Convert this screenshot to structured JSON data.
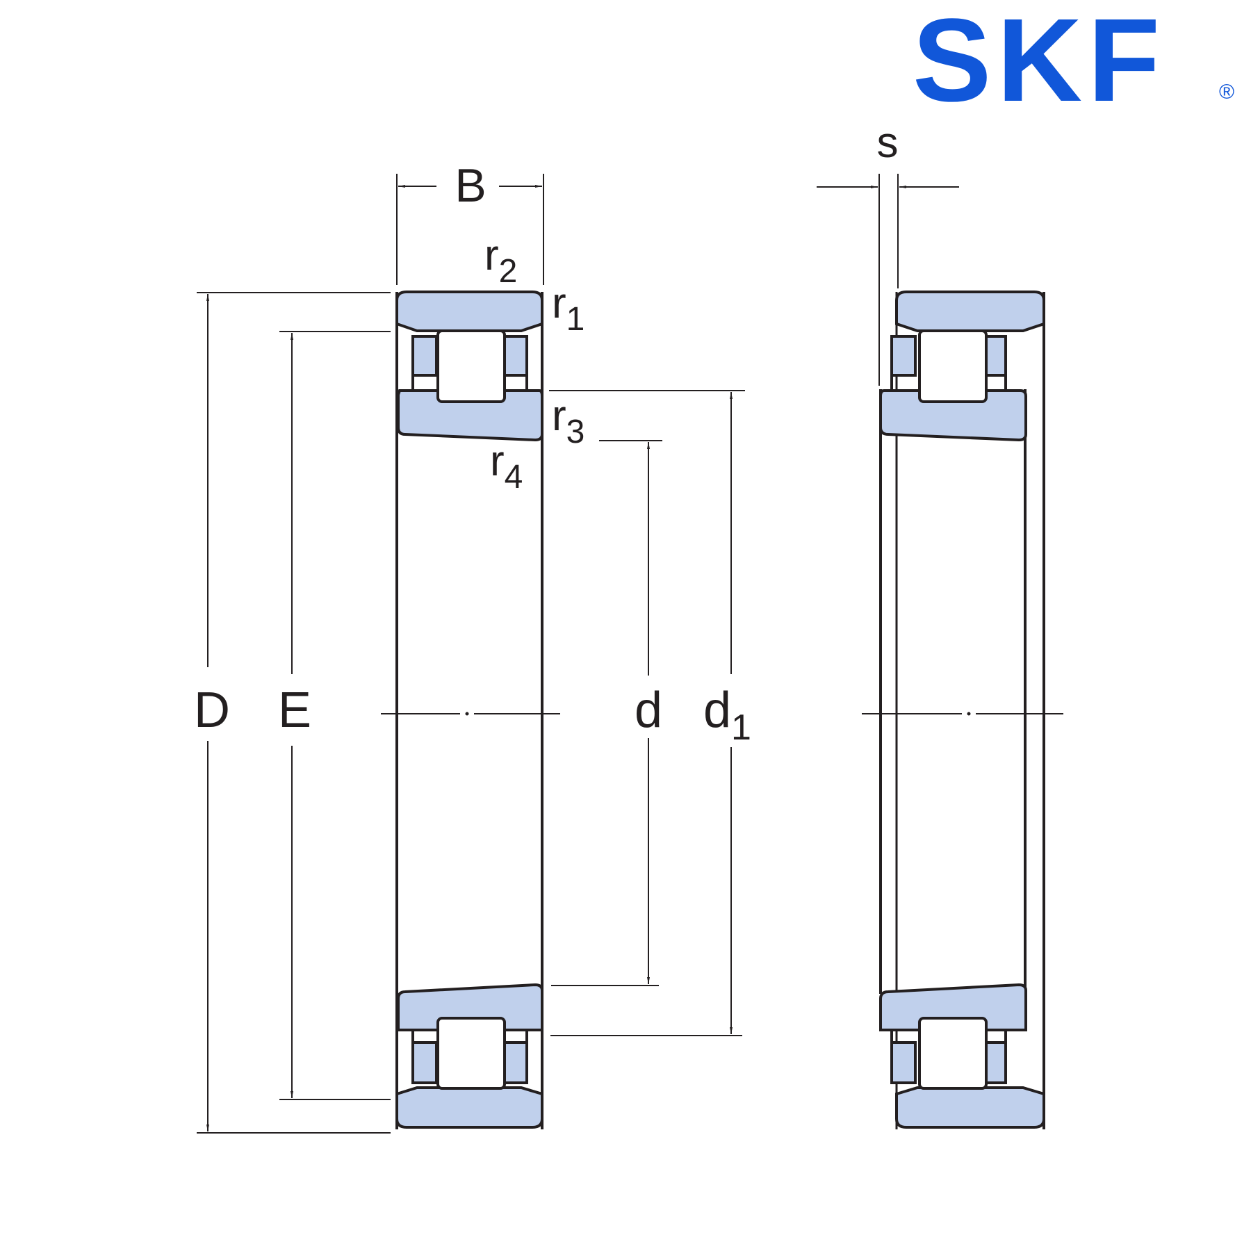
{
  "logo": {
    "text": "SKF",
    "registered": "®",
    "color": "#1157d9"
  },
  "colors": {
    "ring_fill": "#c0d0ec",
    "stroke": "#231f20"
  },
  "labels": {
    "B": "B",
    "s": "s",
    "r1": {
      "base": "r",
      "sub": "1"
    },
    "r2": {
      "base": "r",
      "sub": "2"
    },
    "r3": {
      "base": "r",
      "sub": "3"
    },
    "r4": {
      "base": "r",
      "sub": "4"
    },
    "D": "D",
    "E": "E",
    "d": "d",
    "d1": {
      "base": "d",
      "sub": "1"
    }
  },
  "views": [
    {
      "name": "cross-section-with-dimensions"
    },
    {
      "name": "cross-section-axial-displacement"
    }
  ]
}
